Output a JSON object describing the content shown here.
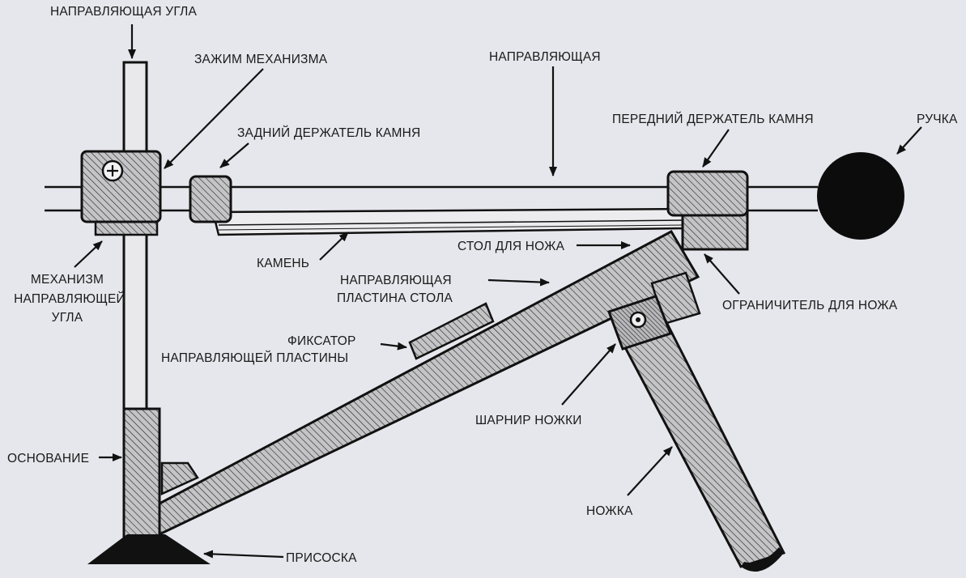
{
  "labels": {
    "angle_guide": "НАПРАВЛЯЮЩАЯ УГЛА",
    "mechanism_clamp": "ЗАЖИМ МЕХАНИЗМА",
    "guide": "НАПРАВЛЯЮЩАЯ",
    "rear_stone_holder": "ЗАДНИЙ ДЕРЖАТЕЛЬ КАМНЯ",
    "front_stone_holder": "ПЕРЕДНИЙ ДЕРЖАТЕЛЬ КАМНЯ",
    "handle": "РУЧКА",
    "stone": "КАМЕНЬ",
    "knife_table": "СТОЛ ДЛЯ НОЖА",
    "table_guide_plate_line1": "НАПРАВЛЯЮЩАЯ",
    "table_guide_plate_line2": "ПЛАСТИНА СТОЛА",
    "knife_stop": "ОГРАНИЧИТЕЛЬ ДЛЯ НОЖА",
    "angle_guide_mechanism_line1": "МЕХАНИЗМ",
    "angle_guide_mechanism_line2": "НАПРАВЛЯЮЩЕЙ",
    "angle_guide_mechanism_line3": "УГЛА",
    "guide_plate_lock_line1": "ФИКСАТОР",
    "guide_plate_lock_line2": "НАПРАВЛЯЮЩЕЙ ПЛАСТИНЫ",
    "leg_hinge": "ШАРНИР НОЖКИ",
    "base": "ОСНОВАНИЕ",
    "leg": "НОЖКА",
    "suction_cup": "ПРИСОСКА"
  },
  "colors": {
    "background": "#e6e7ec",
    "ink": "#111111",
    "part_fill": "#bdbdc0"
  }
}
